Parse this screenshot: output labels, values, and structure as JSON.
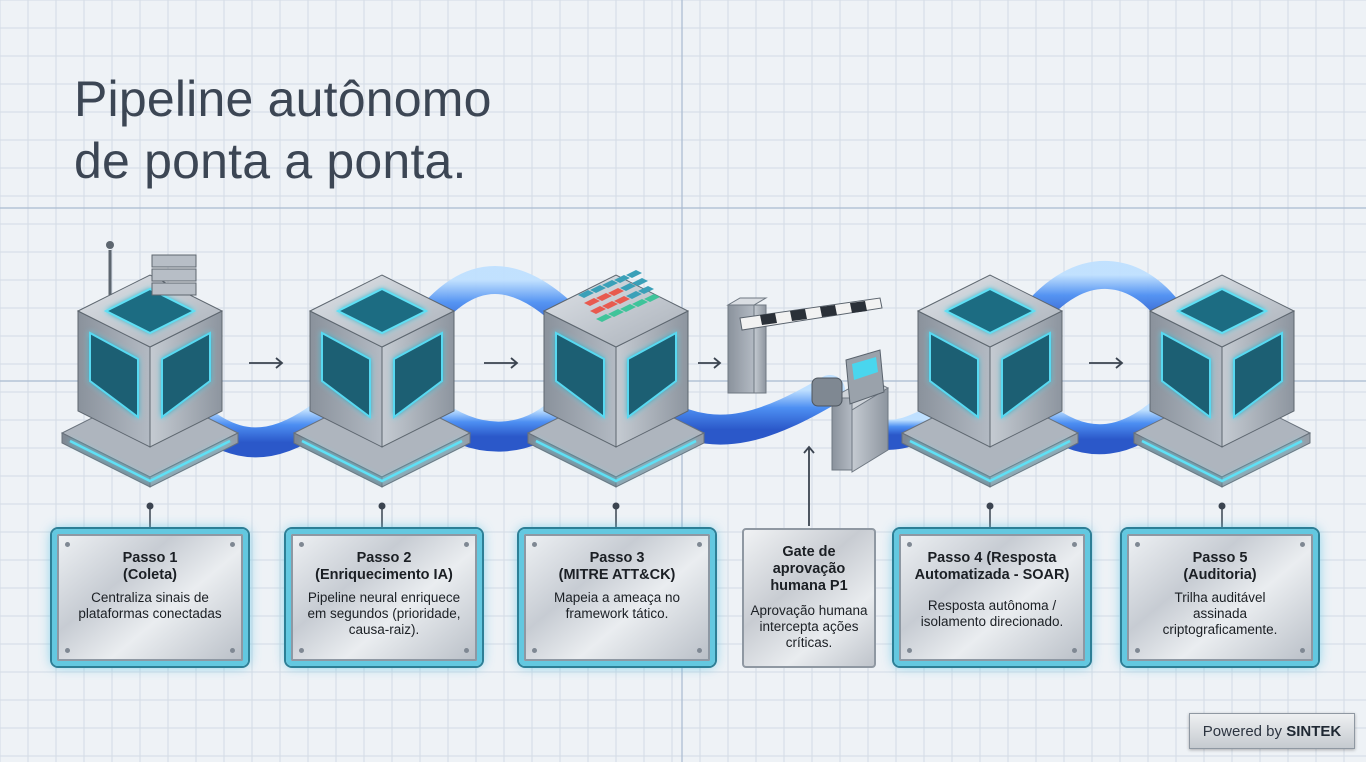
{
  "title": {
    "line1": "Pipeline autônomo",
    "line2": "de ponta a ponta."
  },
  "colors": {
    "accent": "#5cc8e8",
    "pipe": "#4a8ef0",
    "text": "#3c4654",
    "metal": "#b9bfc7"
  },
  "steps": [
    {
      "heading": "Passo 1\n(Coleta)",
      "body": "Centraliza sinais de plataformas conectadas",
      "icon": "server-antenna-icon"
    },
    {
      "heading": "Passo 2\n(Enriquecimento IA)",
      "body": "Pipeline neural enriquece em segundos (prioridade, causa-raiz).",
      "icon": "brain-icon"
    },
    {
      "heading": "Passo 3\n(MITRE ATT&CK)",
      "body": "Mapeia a ameaça no framework tático.",
      "icon": "matrix-grid-icon"
    },
    {
      "heading": "Passo 4 (Resposta Automatizada - SOAR)",
      "body": "Resposta autônoma / isolamento direcionado.",
      "icon": "shield-icon"
    },
    {
      "heading": "Passo 5\n(Auditoria)",
      "body": "Trilha auditável assinada criptograficamente.",
      "icon": "lock-icon"
    }
  ],
  "gate": {
    "heading": "Gate de aprovação humana P1",
    "body": "Aprovação humana intercepta ações críticas.",
    "icon": "barrier-gate-icon"
  },
  "badge": {
    "prefix": "Powered by",
    "brand": "SINTEK"
  }
}
